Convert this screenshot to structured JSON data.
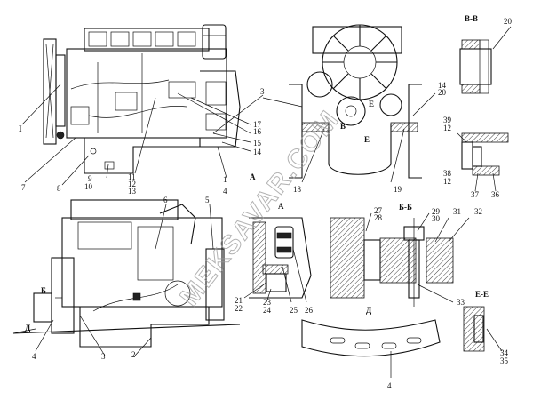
{
  "watermark": "MEKSAVAR.COM",
  "section_labels": {
    "b_b_top": "В-В",
    "a_left": "А",
    "b_b_mid": "Б-Б",
    "e_e": "Е-Е",
    "d_mid": "Д",
    "b_small": "Б",
    "d_left": "Д",
    "roman_one": "I",
    "v_small": "В",
    "e_upper": "Е",
    "e_lower": "Е",
    "a_small": "А"
  },
  "callouts": {
    "n1": "1",
    "n2": "2",
    "n3a": "3",
    "n3b": "3",
    "n4a": "4",
    "n4b": "4",
    "n4c": "4",
    "n5": "5",
    "n6": "6",
    "n7": "7",
    "n8": "8",
    "n9": "9",
    "n10": "10",
    "n11": "11",
    "n12a": "12",
    "n12b": "12",
    "n12c": "12",
    "n13": "13",
    "n14a": "14",
    "n14b": "14",
    "n15": "15",
    "n16": "16",
    "n17": "17",
    "n18": "18",
    "n19": "19",
    "n20a": "20",
    "n20b": "20",
    "n21": "21",
    "n22": "22",
    "n23": "23",
    "n24": "24",
    "n25": "25",
    "n26": "26",
    "n27": "27",
    "n28": "28",
    "n29": "29",
    "n30": "30",
    "n31": "31",
    "n32": "32",
    "n33": "33",
    "n34": "34",
    "n35": "35",
    "n36": "36",
    "n37": "37",
    "n38": "38",
    "n39": "39"
  }
}
